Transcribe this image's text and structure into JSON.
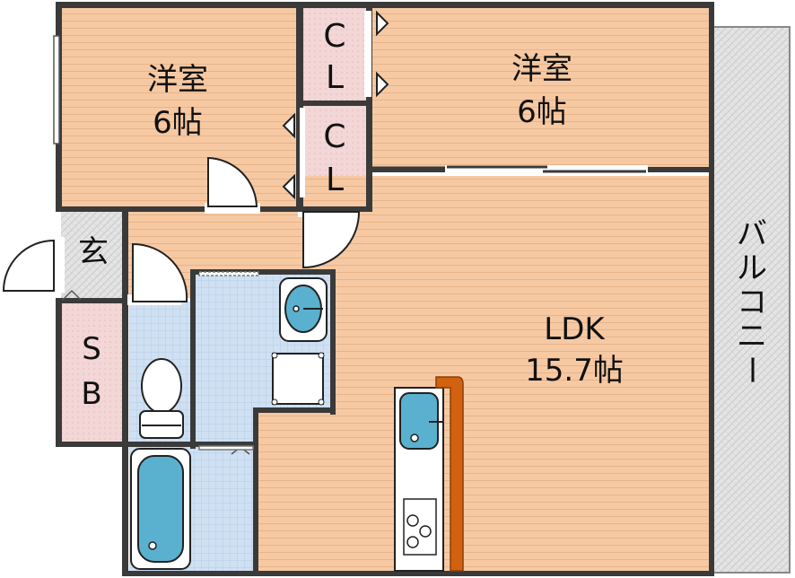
{
  "rooms": {
    "western_left": {
      "name": "洋室",
      "size": "6帖"
    },
    "western_right": {
      "name": "洋室",
      "size": "6帖"
    },
    "closet_top": {
      "c": "C",
      "l": "L"
    },
    "closet_mid": {
      "c": "C",
      "l": "L"
    },
    "entrance": {
      "label": "玄"
    },
    "storage": {
      "s": "S",
      "b": "B"
    },
    "ldk": {
      "name": "LDK",
      "size": "15.7帖"
    },
    "balcony": {
      "chars": [
        "バ",
        "ル",
        "コ",
        "ニ",
        "ー"
      ]
    }
  },
  "colors": {
    "room_floor": "#f6c9a3",
    "wet_area_tile": "#cfe0f3",
    "closet_floor": "#f3d6d6",
    "entrance_tile": "#e2e2e2",
    "balcony": "#e4e4e4",
    "fixture_blue": "#5ab0cf",
    "counter_orange": "#d2620f",
    "wall": "#3a3a3a"
  }
}
